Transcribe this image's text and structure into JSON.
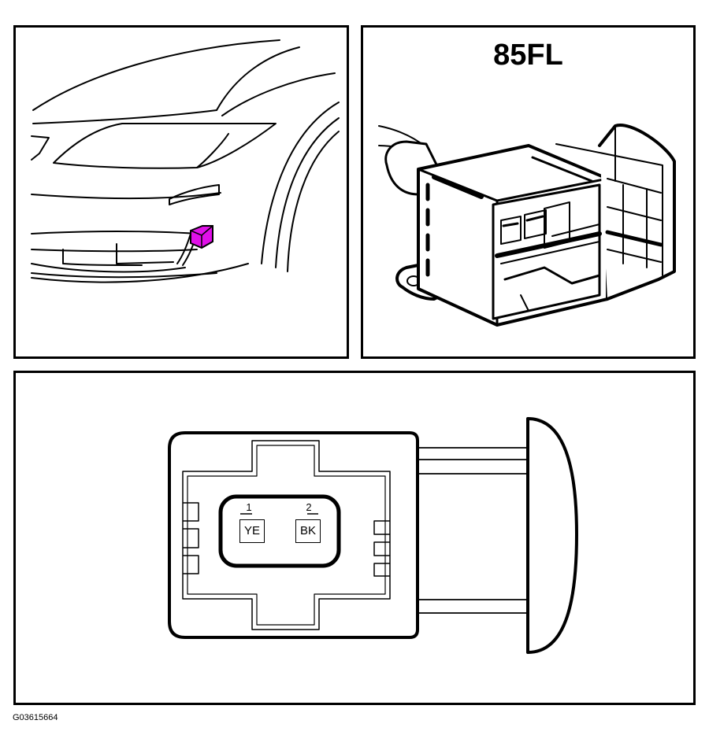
{
  "connector": {
    "id": "85FL",
    "highlight_color": "#e010e8",
    "pins": [
      {
        "number": "1",
        "color_code": "YE"
      },
      {
        "number": "2",
        "color_code": "BK"
      }
    ]
  },
  "figure_id": "G03615664"
}
